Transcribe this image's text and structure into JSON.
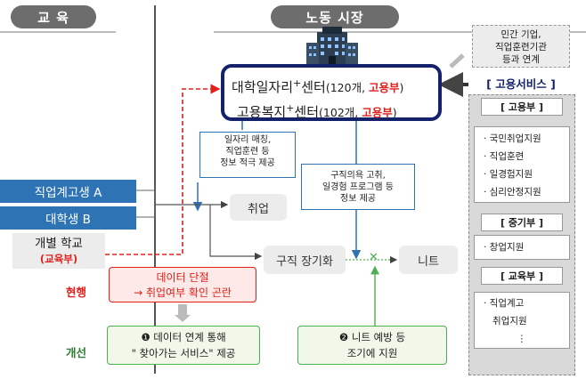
{
  "header": {
    "education": "교 육",
    "labor_market": "노동 시장"
  },
  "external_note": {
    "line1": "민간 기업,",
    "line2": "직업훈련기관",
    "line3": "등과 연계"
  },
  "center": {
    "line1_name": "대학일자리",
    "line1_sup": "+",
    "line1_suffix": "센터",
    "line1_count": "(120개, ",
    "line1_ministry": "고용부",
    "line1_close": ")",
    "line2_name": "고용복지",
    "line2_sup": "+",
    "line2_suffix": "센터",
    "line2_count": "(102개, ",
    "line2_ministry": "고용부",
    "line2_close": ")"
  },
  "employment_services_label": "[ 고용서비스 ]",
  "services": [
    {
      "head": "[ 고용부 ]",
      "items": [
        "· 국민취업지원",
        "· 직업훈련",
        "· 일경험지원",
        "· 심리안정지원"
      ]
    },
    {
      "head": "[ 중기부 ]",
      "items": [
        "· 창업지원"
      ]
    },
    {
      "head": "[ 교육부 ]",
      "items": [
        "· 직업계고",
        "  취업지원",
        "⋮"
      ]
    }
  ],
  "notes": {
    "matching": {
      "line1": "일자리 매칭,",
      "line2": "직업훈련 등",
      "line3": "정보 적극 제공"
    },
    "job_seeking": {
      "line1": "구직의욕 고취,",
      "line2": "일경험 프로그램 등",
      "line3": "정보 제공"
    }
  },
  "students": {
    "vocational": "직업계고생 A",
    "university": "대학생 B"
  },
  "school": {
    "name": "개별 학교",
    "ministry": "(교육부)"
  },
  "outcomes": {
    "employment": "취업",
    "long_term": "구직 장기화",
    "neet": "니트",
    "x_mark": "✕"
  },
  "problem": {
    "line1": "데이터 단절",
    "line2": "→ 취업여부 확인 곤란"
  },
  "labels": {
    "current": "현행",
    "improvement": "개선"
  },
  "improvements": {
    "first": {
      "line1": "❶ 데이터 연계 통해",
      "line2": "\" 찾아가는 서비스\" 제공"
    },
    "second": {
      "line1": "❷ 니트 예방 등",
      "line2": "조기에 지원"
    }
  },
  "colors": {
    "navy": "#14216b",
    "blue": "#2e74b5",
    "red": "#e0201b",
    "green": "#4caf50",
    "gray": "#6d6d6d"
  }
}
